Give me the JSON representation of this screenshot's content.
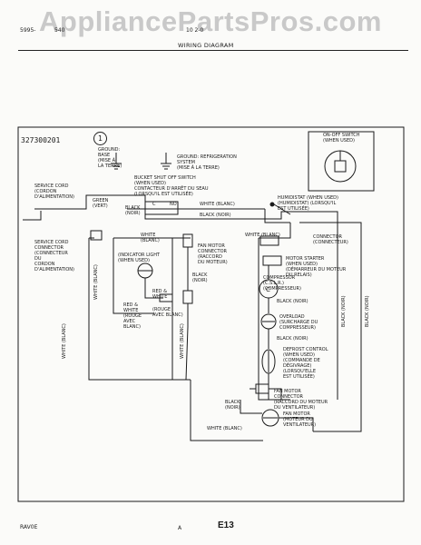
{
  "watermark": "AppliancePartsPros.com",
  "header": {
    "model_top_left": "5995-",
    "code_left": "540",
    "code_right": "10 2-0",
    "title": "WIRING DIAGRAM"
  },
  "diagram": {
    "ref_number": "327300201",
    "ref_circle": "1",
    "labels": {
      "ground_base": "GROUND:\nBASE\n(MISE À\nLA TERRE)",
      "ground_refrig": "GROUND: REFRIGERATION\nSYSTEM\n(MISE À LA TERRE)",
      "bucket_switch": "BUCKET SHUT OFF SWITCH\n(WHEN USED)\nCONTACTEUR D'ARRÊT DU SEAU\n(LORSQU'IL EST UTILISÉE)",
      "service_cord": "SERVICE CORD\n(CORDON\nD'ALIMENTATION)",
      "green": "GREEN\n(VERT)",
      "black_noir_1": "BLACK\n(NOIR)",
      "c": "C",
      "no": "NO",
      "white_blanc_top": "WHITE (BLANC)",
      "black_noir_top": "BLACK (NOIR)",
      "humidistat": "HUMIDISTAT (WHEN USED)\n(HUMIDISTAT) (LORSQU'IL\nEST UTILISÉE)",
      "on_off_switch": "ON-OFF SWITCH\n(WHEN USED)",
      "service_cord_connector": "SERVICE CORD\nCONNECTOR\n(CONNECTEUR\nDU\nCORDON\nD'ALIMENTATION)",
      "white_blanc_a": "WHITE\n(BLANC)",
      "indicator_light": "(INDICATOR LIGHT\n(WHEN USED)",
      "fan_motor_conn_top": "FAN MOTOR\nCONNECTOR\n(RACCORD\nDU MOTEUR)",
      "white_blanc_mid": "WHITE (BLANC)",
      "connector": "CONNECTOR\n(CONNECTEUR)",
      "motor_starter": "MOTOR STARTER\n(WHEN USED)\n(DÉMARREUR DU MOTEUR\nDU RELAIS)",
      "compressor": "COMPRESSOR\n(C.S.L.R.)\n(COMPRESSEUR)",
      "black_noir_2": "BLACK\n(NOIR)",
      "red_white": "RED &\nWHITE",
      "red_white_rouge": "RED &\nWHITE\n(ROUGE\nAVEC\nBLANC)",
      "rouge_avec_blanc": "(ROUGE\nAVEC BLANC)",
      "black_noir_comp": "BLACK (NOIR)",
      "overload": "OVERLOAD\n(SURCHARGE DU\nCOMPRESSEUR)",
      "black_noir_ovl": "BLACK (NOIR)",
      "defrost_control": "DEFROST CONTROL\n(WHEN USED)\n(COMMANDE DE\nDÉGIVRAGE)\n(LORSQU'ELLE\nEST UTILISÉE)",
      "fan_motor_connector": "FAN MOTOR\nCONNECTOR\n(RACCORD DU MOTEUR\nDU VENTILATEUR)",
      "black_noir_fan": "BLACK\n(NOIR)",
      "fan_motor": "FAN MOTOR\n(MOTEUR DU\nVENTILATEUR)",
      "white_blanc_bottom": "WHITE (BLANC)"
    },
    "vertical_labels": {
      "white_blanc_left": "WHITE\n(BLANC)",
      "white_blanc_center": "WHITE (BLANC)",
      "black_noir_right1": "BLACK (NOIR)",
      "black_noir_right2": "BLACK (NOIR)",
      "white_blanc_vert": "WHITE\n(BLANC)"
    }
  },
  "footer": {
    "left_code": "RAV0E",
    "mark": "A",
    "page": "E13"
  }
}
